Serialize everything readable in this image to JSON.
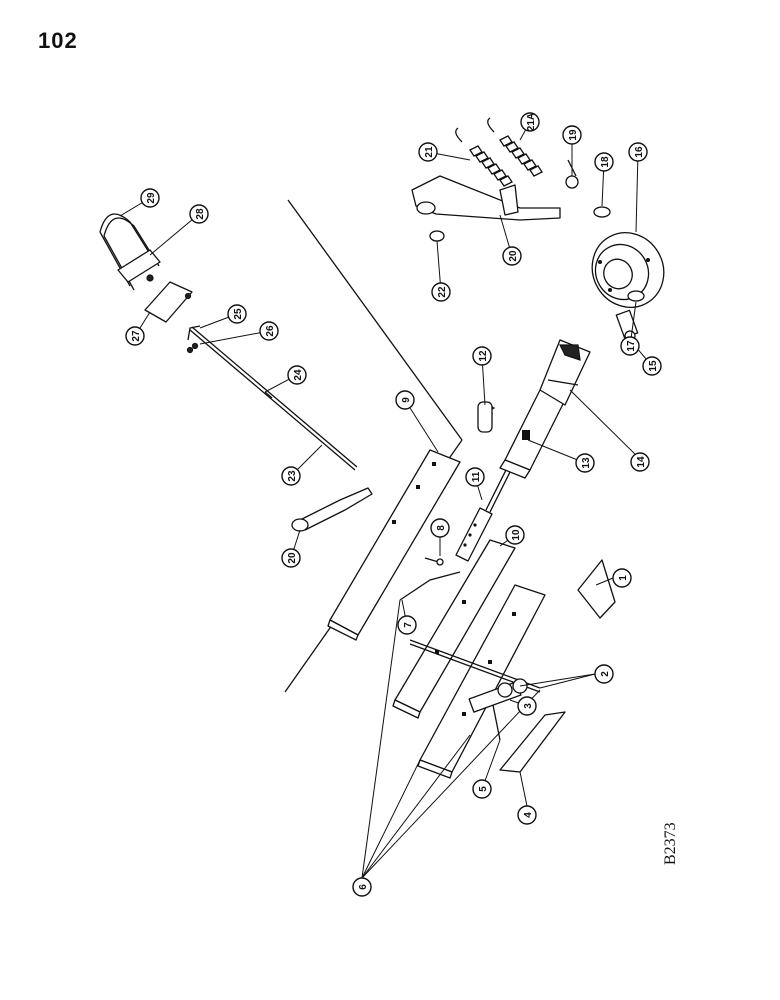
{
  "page": {
    "number": "102",
    "drawing_code": "B2373"
  },
  "callouts": [
    "1",
    "2",
    "3",
    "4",
    "5",
    "6",
    "7",
    "8",
    "9",
    "10",
    "11",
    "12",
    "13",
    "14",
    "15",
    "16",
    "17",
    "18",
    "19",
    "20",
    "20",
    "21",
    "21A",
    "22",
    "23",
    "24",
    "25",
    "26",
    "27",
    "28",
    "29"
  ],
  "colors": {
    "ink": "#111111",
    "paper": "#ffffff"
  }
}
